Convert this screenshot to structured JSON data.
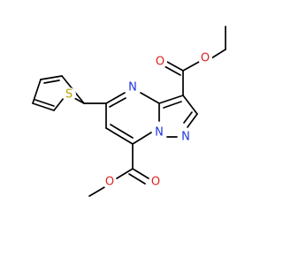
{
  "molecule": {
    "atoms": {
      "s1": {
        "symbol": "S",
        "color": "#b8a000"
      },
      "n1": {
        "symbol": "N",
        "color": "#1f35e0"
      },
      "n2": {
        "symbol": "N",
        "color": "#1f35e0"
      },
      "n3": {
        "symbol": "N",
        "color": "#1f35e0"
      },
      "o1": {
        "symbol": "O",
        "color": "#e01f1f"
      },
      "o2": {
        "symbol": "O",
        "color": "#e01f1f"
      },
      "o3": {
        "symbol": "O",
        "color": "#e01f1f"
      },
      "o4": {
        "symbol": "O",
        "color": "#e01f1f"
      }
    }
  }
}
